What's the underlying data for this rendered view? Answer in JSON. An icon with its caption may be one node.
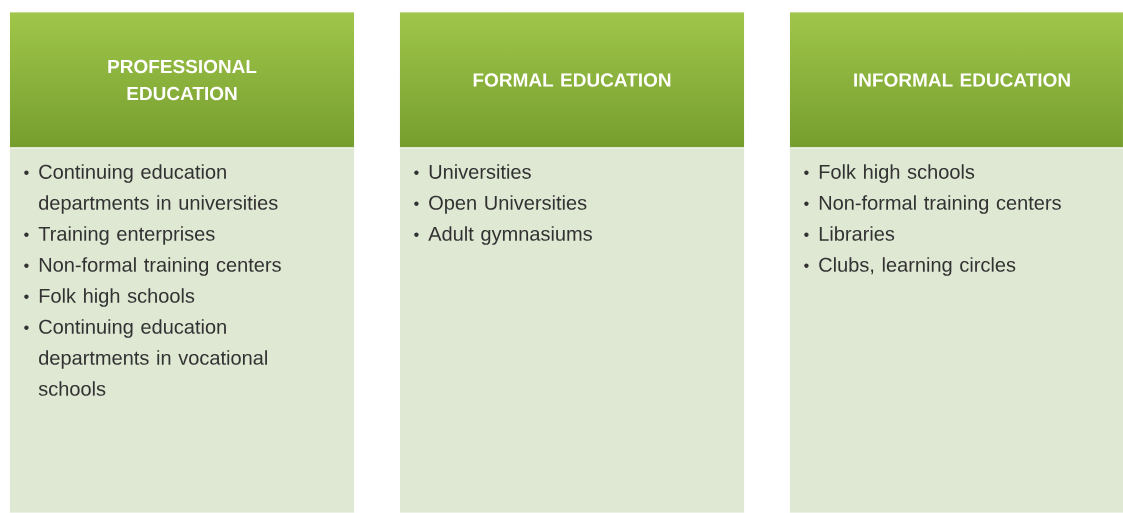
{
  "diagram": {
    "nodes": [
      {
        "text": [
          "PROFESSIONAL EDUCATION"
        ]
      },
      {
        "text": [
          "Continuing education departments in universities",
          "Training enterprises",
          "Non-formal training centers",
          "Folk high schools",
          "Continuing education departments in vocational schools"
        ]
      },
      {
        "text": [
          "FORMAL EDUCATION"
        ]
      },
      {
        "text": [
          "Universities",
          "Open Universities",
          "Adult gymnasiums"
        ]
      },
      {
        "text": [
          "INFORMAL EDUCATION"
        ]
      },
      {
        "text": [
          "Folk high schools",
          "Non-formal training centers",
          "Libraries",
          "Clubs, learning circles"
        ]
      }
    ]
  }
}
